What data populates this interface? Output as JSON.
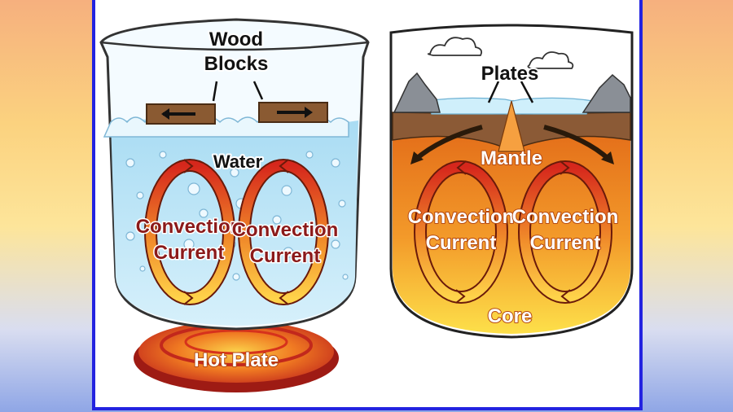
{
  "labels": {
    "wood_blocks_1": "Wood",
    "wood_blocks_2": "Blocks",
    "water": "Water",
    "convection_word": "Convection",
    "current_word": "Current",
    "hot_plate": "Hot Plate",
    "plates": "Plates",
    "mantle": "Mantle",
    "core": "Core"
  },
  "colors": {
    "frame_border": "#2323e0",
    "water": "#bfe6f7",
    "mantle_top": "#e8741e",
    "mantle_bottom": "#fcd33a",
    "arrow_red": "#d6271c",
    "arrow_yellow": "#ffc93a",
    "label_dark_red": "#8b1a1a"
  }
}
